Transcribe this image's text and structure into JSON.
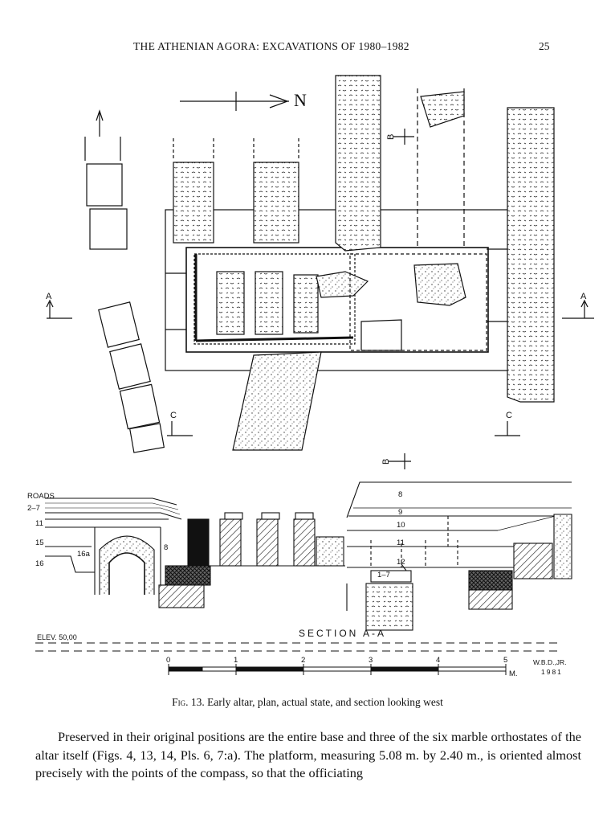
{
  "header": {
    "running_title": "THE ATHENIAN AGORA: EXCAVATIONS OF 1980–1982",
    "page_number": "25"
  },
  "figure": {
    "plan_labels": {
      "north": "N",
      "section_a_left": "A",
      "section_a_right": "A",
      "section_b_top": "B",
      "section_b_bottom": "B",
      "section_c_left": "C",
      "section_c_right": "C"
    },
    "section_labels": {
      "roads": "ROADS",
      "layer_2_7": "2–7",
      "layer_11_left": "11",
      "layer_15": "15",
      "layer_16": "16",
      "layer_16a": "16a",
      "layer_8_left": "8",
      "layer_8_top": "8",
      "layer_9": "9",
      "layer_10": "10",
      "layer_11_right": "11",
      "layer_12": "12",
      "layer_1_7": "1–7",
      "elevation": "ELEV. 50,00",
      "section_title": "SECTION A-A"
    },
    "scale": {
      "ticks": [
        "0",
        "1",
        "2",
        "3",
        "4",
        "5"
      ],
      "unit": "M.",
      "credit_line1": "W.B.D.,JR.",
      "credit_line2": "1981"
    }
  },
  "caption": {
    "fig_label": "Fig. 13.",
    "text": "Early altar, plan, actual state, and section looking west"
  },
  "body": {
    "paragraph": "Preserved in their original positions are the entire base and three of the six marble orthostates of the altar itself (Figs. 4, 13, 14, Pls. 6, 7:a). The platform, measuring 5.08 m. by 2.40 m., is oriented almost precisely with the points of the compass, so that the officiating"
  }
}
